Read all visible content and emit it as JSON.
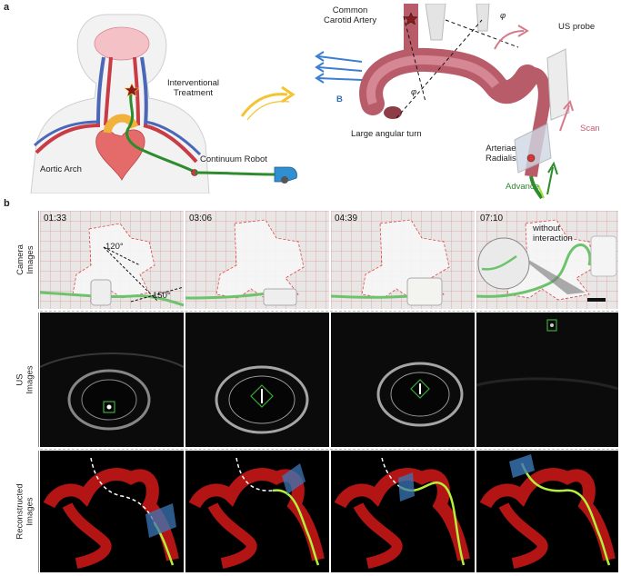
{
  "panel_a": {
    "letter": "a",
    "labels": {
      "interventional": "Interventional\nTreatment",
      "aortic_arch": "Aortic Arch",
      "continuum_robot": "Continuum Robot",
      "common_carotid": "Common\nCarotid Artery",
      "large_turn": "Large angular turn",
      "us_probe": "US probe",
      "scan": "Scan",
      "arteriae_radialis": "Arteriae\nRadialis",
      "advance": "Advance",
      "field": "B",
      "phi_1": "φ",
      "phi_2": "φ"
    },
    "colors": {
      "vessel": "#c86a78",
      "robot": "#2e8b2e",
      "field": "#3c7fd0",
      "scan": "#d7798a"
    }
  },
  "panel_b": {
    "letter": "b",
    "row_labels": [
      "Camera\nImages",
      "US\nImages",
      "Reconstructed\nImages"
    ],
    "timestamps": [
      "01:33",
      "03:06",
      "04:39",
      "07:10"
    ],
    "annotations": {
      "angle_1": "120°",
      "angle_2": "150°",
      "without": "without\ninteraction"
    }
  }
}
